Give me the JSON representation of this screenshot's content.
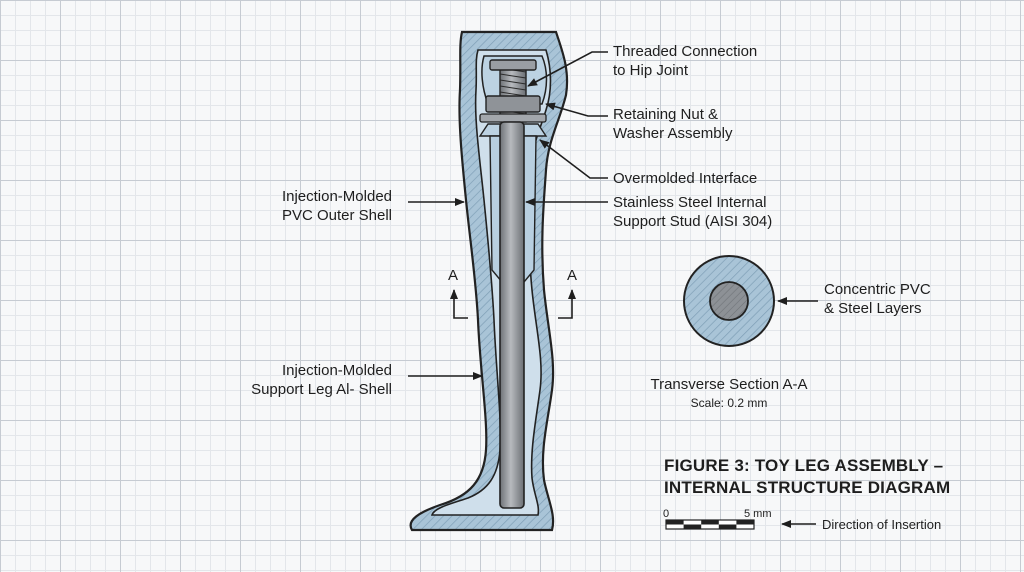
{
  "labels": {
    "threaded_connection": [
      "Threaded Connection",
      "to Hip Joint"
    ],
    "retaining_nut": [
      "Retaining Nut &",
      "Washer Assembly"
    ],
    "overmolded_interface": "Overmolded Interface",
    "support_stud": [
      "Stainless Steel Internal",
      "Support Stud (AISI 304)"
    ],
    "outer_shell": [
      "Injection-Molded",
      "PVC Outer Shell"
    ],
    "support_shell": [
      "Injection-Molded",
      "Support Leg Al- Shell"
    ],
    "concentric_layers": [
      "Concentric PVC",
      "& Steel Layers"
    ],
    "section_marker": "A"
  },
  "section": {
    "title": "Transverse Section A-A",
    "scale": "Scale: 0.2 mm"
  },
  "figure": {
    "title_line1": "FIGURE 3: TOY LEG ASSEMBLY –",
    "title_line2": "INTERNAL STRUCTURE DIAGRAM"
  },
  "scale_bar": {
    "start": "0",
    "end": "5 mm",
    "direction": "Direction of Insertion"
  },
  "colors": {
    "shell": "#a9c4d7",
    "liner": "#cfdfeb",
    "steel": "#8d9196",
    "outline": "#222222"
  }
}
